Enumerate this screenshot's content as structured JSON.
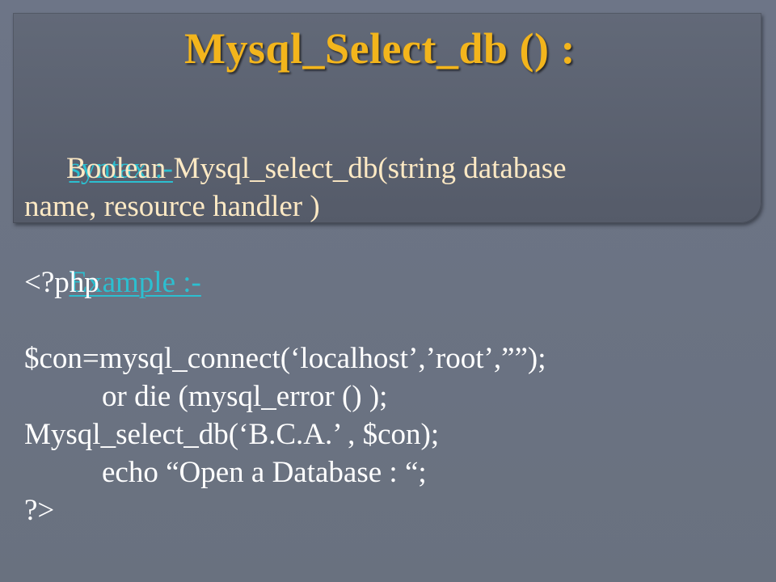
{
  "slide": {
    "title": "Mysql_Select_db () :",
    "syntax_link": "syntax :-",
    "syntax_line1": "Boolean Mysql_select_db(string database",
    "syntax_line2": "name, resource handler )",
    "example_link": "Example :-",
    "code": {
      "line1": "<?php",
      "line2": "$con=mysql_connect(‘localhost’,’root’,””);",
      "line3": "or die (mysql_error () );",
      "line4": "Mysql_select_db(‘B.C.A.’ , $con);",
      "line5": "echo “Open a Database : “;",
      "line6": "?>"
    }
  },
  "colors": {
    "background": "#6b7385",
    "panel": "#5a606e",
    "title": "#f3b51c",
    "link": "#2cbfd0",
    "body_text": "#ffffff",
    "syntax_text": "#fde9c4"
  }
}
